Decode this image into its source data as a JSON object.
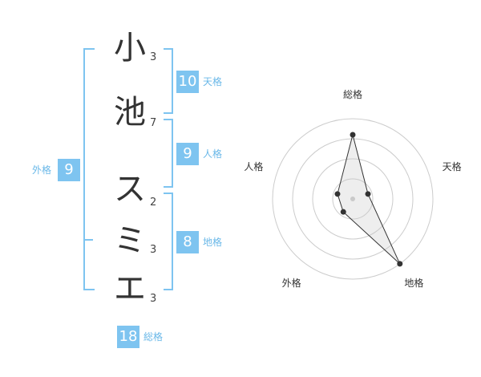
{
  "name_chars": [
    {
      "char": "小",
      "strokes": "3"
    },
    {
      "char": "池",
      "strokes": "7"
    },
    {
      "char": "ス",
      "strokes": "2"
    },
    {
      "char": "ミ",
      "strokes": "3"
    },
    {
      "char": "エ",
      "strokes": "3"
    }
  ],
  "fortunes": {
    "tenkaku": {
      "value": "10",
      "label": "天格"
    },
    "jinkaku": {
      "value": "9",
      "label": "人格"
    },
    "chikaku": {
      "value": "8",
      "label": "地格"
    },
    "gaikaku": {
      "value": "9",
      "label": "外格"
    },
    "soukaku": {
      "value": "18",
      "label": "総格"
    }
  },
  "colors": {
    "accent": "#7ec4f0",
    "accent_text": "#6ab8e8"
  },
  "chart_data": {
    "type": "radar",
    "axes": [
      "総格",
      "天格",
      "地格",
      "外格",
      "人格"
    ],
    "values": [
      4,
      1,
      5,
      1,
      1
    ],
    "max": 5,
    "rings": 4
  }
}
